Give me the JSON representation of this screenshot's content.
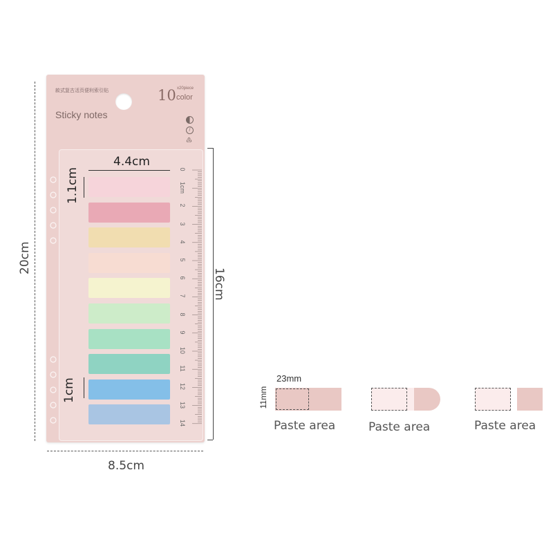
{
  "package": {
    "top_chinese_text": "款式复古活页便利索引贴",
    "count_number": "10",
    "count_small": "x20piece",
    "count_unit": "color",
    "title": "Sticky notes"
  },
  "dimensions": {
    "height_total": "20cm",
    "width_total": "8.5cm",
    "height_notes": "16cm",
    "note_width": "4.4cm",
    "note_height": "1.1cm",
    "gap": "1cm"
  },
  "notes": [
    {
      "color": "#f6d4da"
    },
    {
      "color": "#e9a9b5"
    },
    {
      "color": "#f1ddb0"
    },
    {
      "color": "#f7dcd2"
    },
    {
      "color": "#f5f3cf"
    },
    {
      "color": "#cdecc9"
    },
    {
      "color": "#a8e1c4"
    },
    {
      "color": "#8fd3c2"
    },
    {
      "color": "#84bfe8"
    },
    {
      "color": "#a9c5e3"
    }
  ],
  "ruler": {
    "labels": [
      "0",
      "1cm",
      "2",
      "3",
      "4",
      "5",
      "6",
      "7",
      "8",
      "9",
      "10",
      "11",
      "12",
      "13",
      "14"
    ]
  },
  "detail": {
    "width_label": "23mm",
    "height_label": "11mm",
    "paste_label_1": "Paste area",
    "paste_label_2": "Paste area",
    "paste_label_3": "Paste area"
  },
  "colors": {
    "card": "#ecd0cd",
    "detail_dark": "#e9c8c4",
    "detail_light": "#fbecec"
  }
}
